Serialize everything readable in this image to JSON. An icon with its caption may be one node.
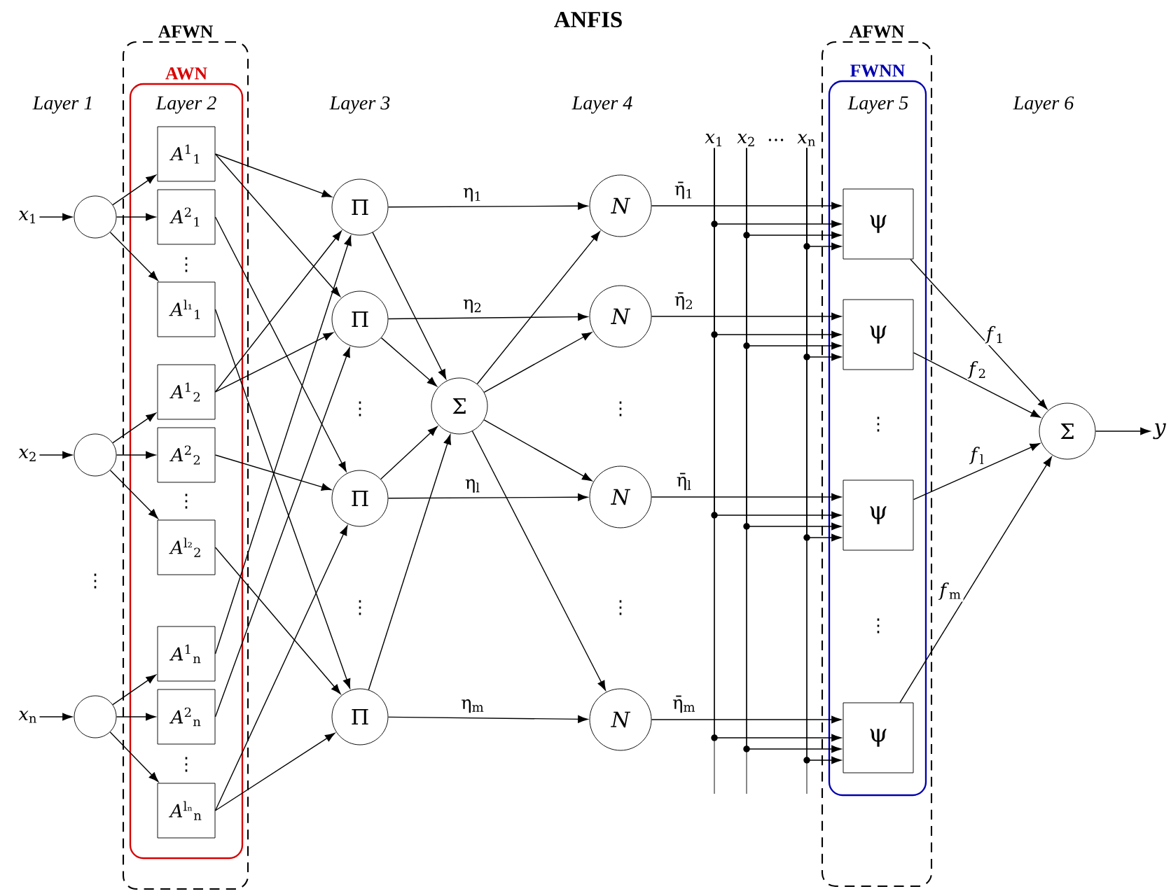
{
  "diagram": {
    "title": "ANFIS",
    "nodes": [
      {
        "text": [
          "*x*$_{1}$"
        ]
      },
      {
        "text": [
          "*x*$_{2}$"
        ]
      },
      {
        "text": [
          "*x*$_{n}$"
        ]
      },
      {
        "text": [],
        "shape": "circle"
      },
      {
        "text": [],
        "shape": "circle"
      },
      {
        "text": [],
        "shape": "circle"
      },
      {
        "text": [
          "AFWN"
        ]
      },
      {
        "text": [
          "AWN"
        ],
        "in": 6
      },
      {
        "text": [
          "*A*$^{1}$$_{1}$"
        ],
        "in": 7
      },
      {
        "text": [
          "*A*$^{2}$$_{1}$"
        ],
        "in": 7
      },
      {
        "text": [
          "*A*$^{l₁}$$_{1}$"
        ],
        "in": 7
      },
      {
        "text": [
          "*A*$^{1}$$_{2}$"
        ],
        "in": 7
      },
      {
        "text": [
          "*A*$^{2}$$_{2}$"
        ],
        "in": 7
      },
      {
        "text": [
          "*A*$^{l₂}$$_{2}$"
        ],
        "in": 7
      },
      {
        "text": [
          "*A*$^{1}$$_{n}$"
        ],
        "in": 7
      },
      {
        "text": [
          "*A*$^{2}$$_{n}$"
        ],
        "in": 7
      },
      {
        "text": [
          "*A*$^{lₙ}$$_{n}$"
        ],
        "in": 7
      },
      {
        "text": [
          "Π"
        ]
      },
      {
        "text": [
          "Π"
        ]
      },
      {
        "text": [
          "Π"
        ]
      },
      {
        "text": [
          "Π"
        ]
      },
      {
        "text": [
          "Σ"
        ]
      },
      {
        "text": [
          "N"
        ]
      },
      {
        "text": [
          "N"
        ]
      },
      {
        "text": [
          "N"
        ]
      },
      {
        "text": [
          "N"
        ]
      },
      {
        "text": [
          "AFWN"
        ]
      },
      {
        "text": [
          "FWNN"
        ],
        "in": 26
      },
      {
        "text": [
          "ψ"
        ],
        "in": 27
      },
      {
        "text": [
          "ψ"
        ],
        "in": 27
      },
      {
        "text": [
          "ψ"
        ],
        "in": 27
      },
      {
        "text": [
          "ψ"
        ],
        "in": 27
      },
      {
        "text": [
          "*x*$_{1}$"
        ]
      },
      {
        "text": [
          "*x*$_{2}$"
        ]
      },
      {
        "text": [
          "*x*$_{n}$"
        ]
      },
      {
        "text": [
          "Σ"
        ]
      },
      {
        "text": [
          "y"
        ]
      }
    ],
    "edges": [
      {
        "from": 0,
        "to": 3,
        "arrow": "to"
      },
      {
        "from": 1,
        "to": 4,
        "arrow": "to"
      },
      {
        "from": 2,
        "to": 5,
        "arrow": "to"
      },
      {
        "from": 3,
        "to": 8,
        "arrow": "to"
      },
      {
        "from": 3,
        "to": 9,
        "arrow": "to"
      },
      {
        "from": 3,
        "to": 10,
        "arrow": "to"
      },
      {
        "from": 4,
        "to": 11,
        "arrow": "to"
      },
      {
        "from": 4,
        "to": 12,
        "arrow": "to"
      },
      {
        "from": 4,
        "to": 13,
        "arrow": "to"
      },
      {
        "from": 5,
        "to": 14,
        "arrow": "to"
      },
      {
        "from": 5,
        "to": 15,
        "arrow": "to"
      },
      {
        "from": 5,
        "to": 16,
        "arrow": "to"
      },
      {
        "from": 8,
        "to": 17,
        "arrow": "to"
      },
      {
        "from": 8,
        "to": 18,
        "arrow": "to"
      },
      {
        "from": 9,
        "to": 19,
        "arrow": "to"
      },
      {
        "from": 10,
        "to": 20,
        "arrow": "to"
      },
      {
        "from": 11,
        "to": 17,
        "arrow": "to"
      },
      {
        "from": 11,
        "to": 18,
        "arrow": "to"
      },
      {
        "from": 12,
        "to": 19,
        "arrow": "to"
      },
      {
        "from": 13,
        "to": 20,
        "arrow": "to"
      },
      {
        "from": 14,
        "to": 17,
        "arrow": "to"
      },
      {
        "from": 15,
        "to": 18,
        "arrow": "to"
      },
      {
        "from": 16,
        "to": 19,
        "arrow": "to"
      },
      {
        "from": 16,
        "to": 20,
        "arrow": "to"
      },
      {
        "from": 17,
        "to": 22,
        "arrow": "to",
        "label": "η$_{1}$"
      },
      {
        "from": 18,
        "to": 23,
        "arrow": "to",
        "label": "η$_{2}$"
      },
      {
        "from": 19,
        "to": 24,
        "arrow": "to",
        "label": "η$_{l}$"
      },
      {
        "from": 20,
        "to": 25,
        "arrow": "to",
        "label": "η$_{m}$"
      },
      {
        "from": 17,
        "to": 21,
        "arrow": "to"
      },
      {
        "from": 18,
        "to": 21,
        "arrow": "to"
      },
      {
        "from": 19,
        "to": 21,
        "arrow": "to"
      },
      {
        "from": 20,
        "to": 21,
        "arrow": "to"
      },
      {
        "from": 21,
        "to": 22,
        "arrow": "to"
      },
      {
        "from": 21,
        "to": 23,
        "arrow": "to"
      },
      {
        "from": 21,
        "to": 24,
        "arrow": "to"
      },
      {
        "from": 21,
        "to": 25,
        "arrow": "to"
      },
      {
        "from": 22,
        "to": 28,
        "arrow": "to",
        "label": "η̄$_{1}$"
      },
      {
        "from": 23,
        "to": 29,
        "arrow": "to",
        "label": "η̄$_{2}$"
      },
      {
        "from": 24,
        "to": 30,
        "arrow": "to",
        "label": "η̄$_{l}$"
      },
      {
        "from": 25,
        "to": 31,
        "arrow": "to",
        "label": "η̄$_{m}$"
      },
      {
        "from": 32,
        "to": 28,
        "arrow": "to"
      },
      {
        "from": 32,
        "to": 29,
        "arrow": "to"
      },
      {
        "from": 32,
        "to": 30,
        "arrow": "to"
      },
      {
        "from": 32,
        "to": 31,
        "arrow": "to"
      },
      {
        "from": 33,
        "to": 28,
        "arrow": "to"
      },
      {
        "from": 33,
        "to": 29,
        "arrow": "to"
      },
      {
        "from": 33,
        "to": 30,
        "arrow": "to"
      },
      {
        "from": 33,
        "to": 31,
        "arrow": "to"
      },
      {
        "from": 34,
        "to": 28,
        "arrow": "to"
      },
      {
        "from": 34,
        "to": 29,
        "arrow": "to"
      },
      {
        "from": 34,
        "to": 30,
        "arrow": "to"
      },
      {
        "from": 34,
        "to": 31,
        "arrow": "to"
      },
      {
        "from": 28,
        "to": 35,
        "arrow": "to",
        "label": "*f*$_{1}$"
      },
      {
        "from": 29,
        "to": 35,
        "arrow": "to",
        "label": "*f*$_{2}$"
      },
      {
        "from": 30,
        "to": 35,
        "arrow": "to",
        "label": "*f*$_{l}$"
      },
      {
        "from": 31,
        "to": 35,
        "arrow": "to",
        "label": "*f*$_{m}$"
      },
      {
        "from": 35,
        "to": 36,
        "arrow": "to"
      }
    ],
    "labels": [
      "Layer 1",
      "Layer 2",
      "Layer 3",
      "Layer 4",
      "Layer 5",
      "Layer 6",
      "…",
      "⋮",
      "⋮",
      "⋮",
      "⋮",
      "⋮",
      "⋮",
      "⋮",
      "⋮",
      "⋮",
      "⋮"
    ]
  }
}
